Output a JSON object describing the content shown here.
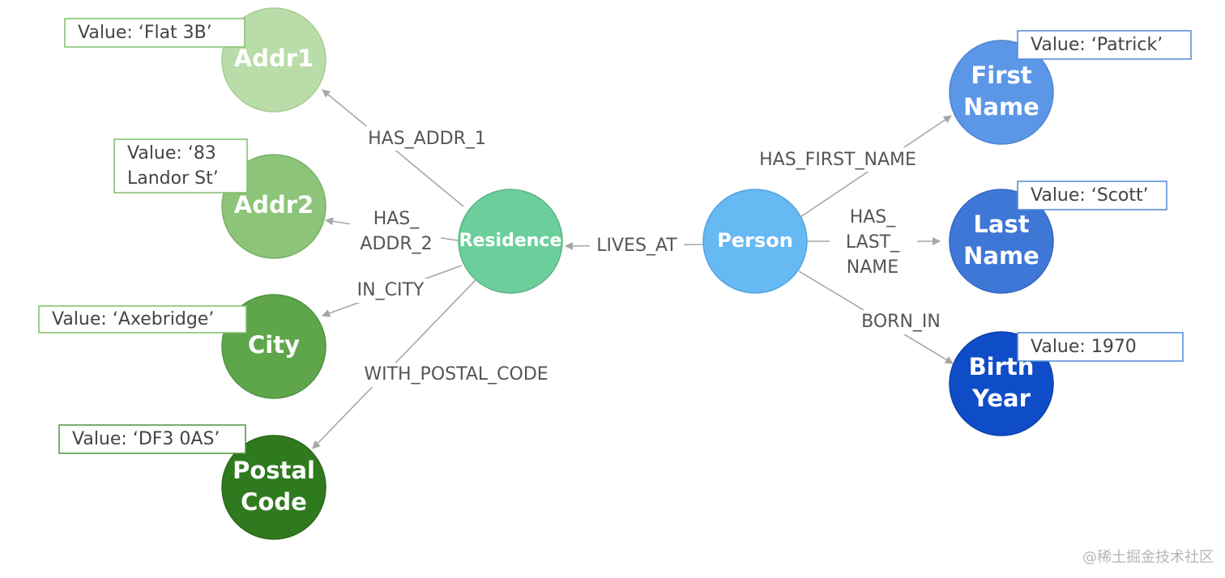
{
  "colors": {
    "edge": "#a6a6a6",
    "residence": "#6ccf9b",
    "addr1": "#b9dca8",
    "addr2": "#8dc479",
    "city": "#5fa64b",
    "postal": "#2f7a1f",
    "person": "#66b9f3",
    "first": "#5c97e7",
    "last": "#3f77d7",
    "birth": "#0f4dc8",
    "green_border": "#7fbf6a",
    "blue_border": "#4e88d8"
  },
  "nodes": {
    "residence": {
      "label": "Residence"
    },
    "person": {
      "label": "Person"
    },
    "addr1": {
      "label": "Addr1"
    },
    "addr2": {
      "label": "Addr2"
    },
    "city": {
      "label": "City"
    },
    "postal": {
      "label_1": "Postal",
      "label_2": "Code"
    },
    "first_name": {
      "label_1": "First",
      "label_2": "Name"
    },
    "last_name": {
      "label_1": "Last",
      "label_2": "Name"
    },
    "birth_year": {
      "label_1": "Birth",
      "label_2": "Year"
    }
  },
  "edges": {
    "has_addr_1": "HAS_ADDR_1",
    "has_addr_2_line1": "HAS_",
    "has_addr_2_line2": "ADDR_2",
    "in_city": "IN_CITY",
    "with_postal_code": "WITH_POSTAL_CODE",
    "lives_at": "LIVES_AT",
    "has_first_name": "HAS_FIRST_NAME",
    "has_last_name_line1": "HAS_",
    "has_last_name_line2": "LAST_",
    "has_last_name_line3": "NAME",
    "born_in": "BORN_IN"
  },
  "values": {
    "addr1": "Value: ‘Flat 3B’",
    "addr2_line1": "Value: ‘83",
    "addr2_line2": "Landor St’",
    "city": "Value: ‘Axebridge’",
    "postal": "Value: ‘DF3 0AS’",
    "first_name": "Value: ‘Patrick’",
    "last_name": "Value: ‘Scott’",
    "birth_year": "Value: 1970"
  },
  "watermark": "@稀土掘金技术社区"
}
